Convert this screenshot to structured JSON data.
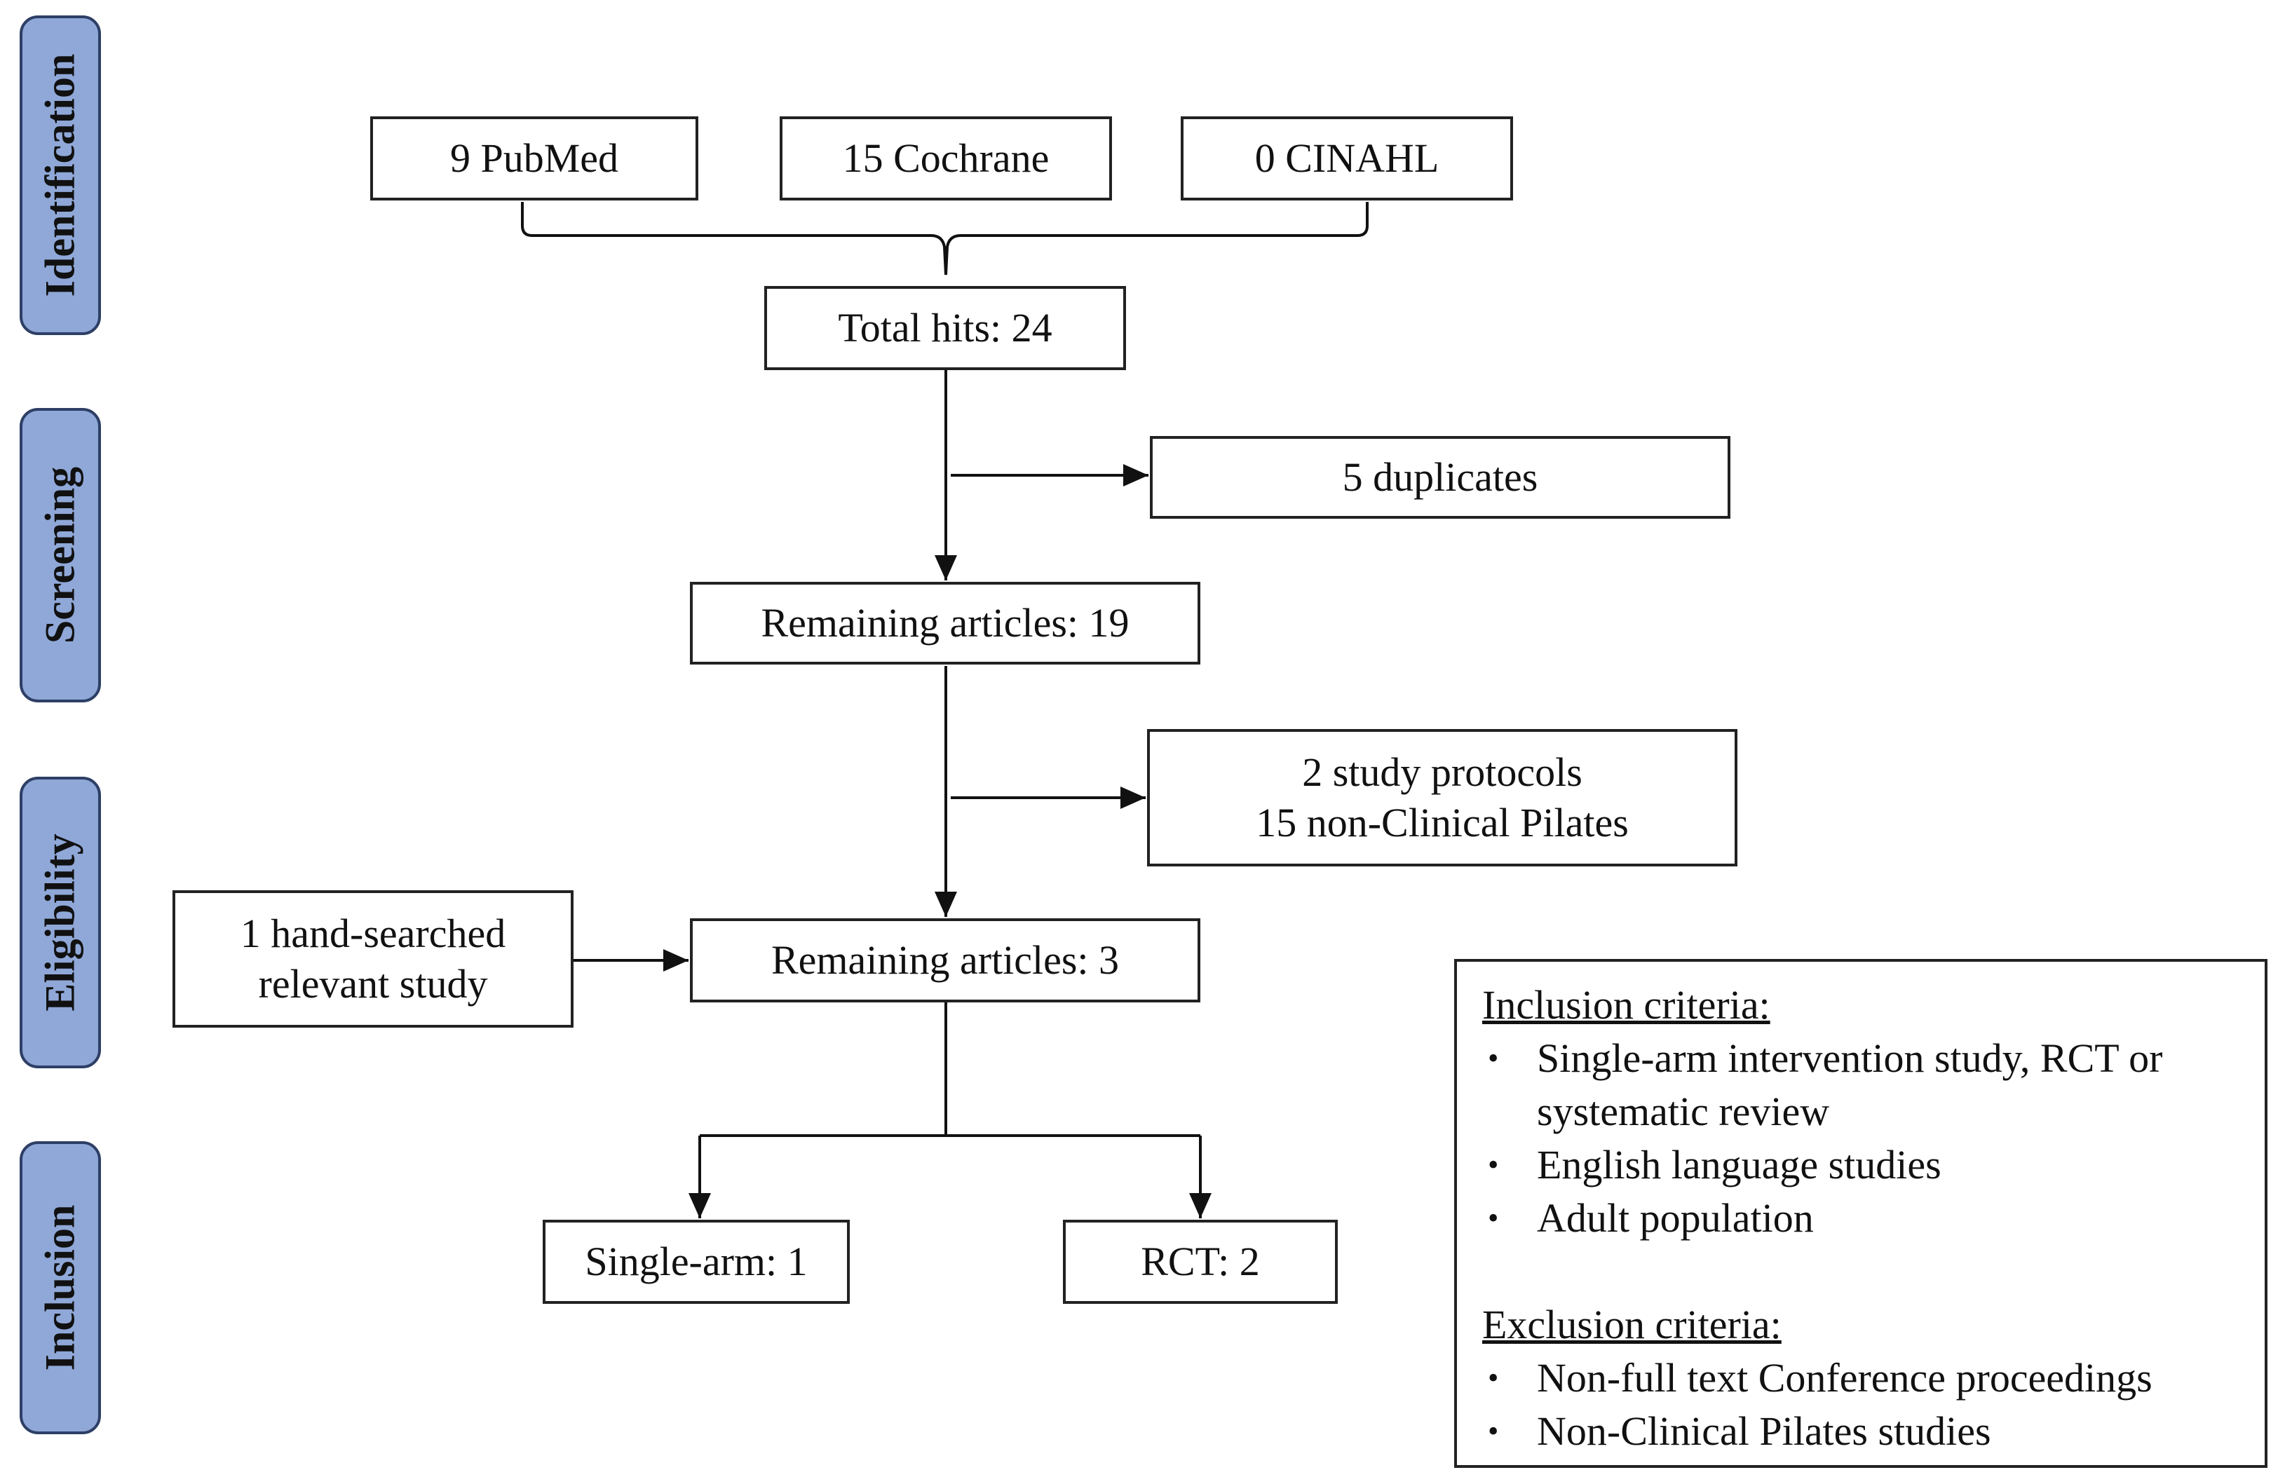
{
  "phases": {
    "identification": "Identification",
    "screening": "Screening",
    "eligibility": "Eligibility",
    "inclusion": "Inclusion"
  },
  "sources": {
    "pubmed": "9 PubMed",
    "cochrane": "15 Cochrane",
    "cinahl": "0 CINAHL"
  },
  "flow": {
    "total_hits": "Total hits: 24",
    "duplicates": "5 duplicates",
    "remaining_19": "Remaining articles: 19",
    "excluded_line1": "2 study protocols",
    "excluded_line2": "15 non-Clinical Pilates",
    "hand_searched_line1": "1 hand-searched",
    "hand_searched_line2": "relevant study",
    "remaining_3": "Remaining articles: 3",
    "single_arm": "Single-arm: 1",
    "rct": "RCT: 2"
  },
  "criteria": {
    "inclusion_heading": "Inclusion criteria:",
    "inclusion_items": [
      "Single-arm intervention study, RCT or systematic review",
      "English language studies",
      "Adult population"
    ],
    "exclusion_heading": "Exclusion criteria:",
    "exclusion_items": [
      "Non-full text Conference proceedings",
      "Non-Clinical Pilates studies"
    ]
  },
  "colors": {
    "phase_fill": "#8fa8d8",
    "phase_border": "#2e3f66",
    "line": "#111111"
  }
}
